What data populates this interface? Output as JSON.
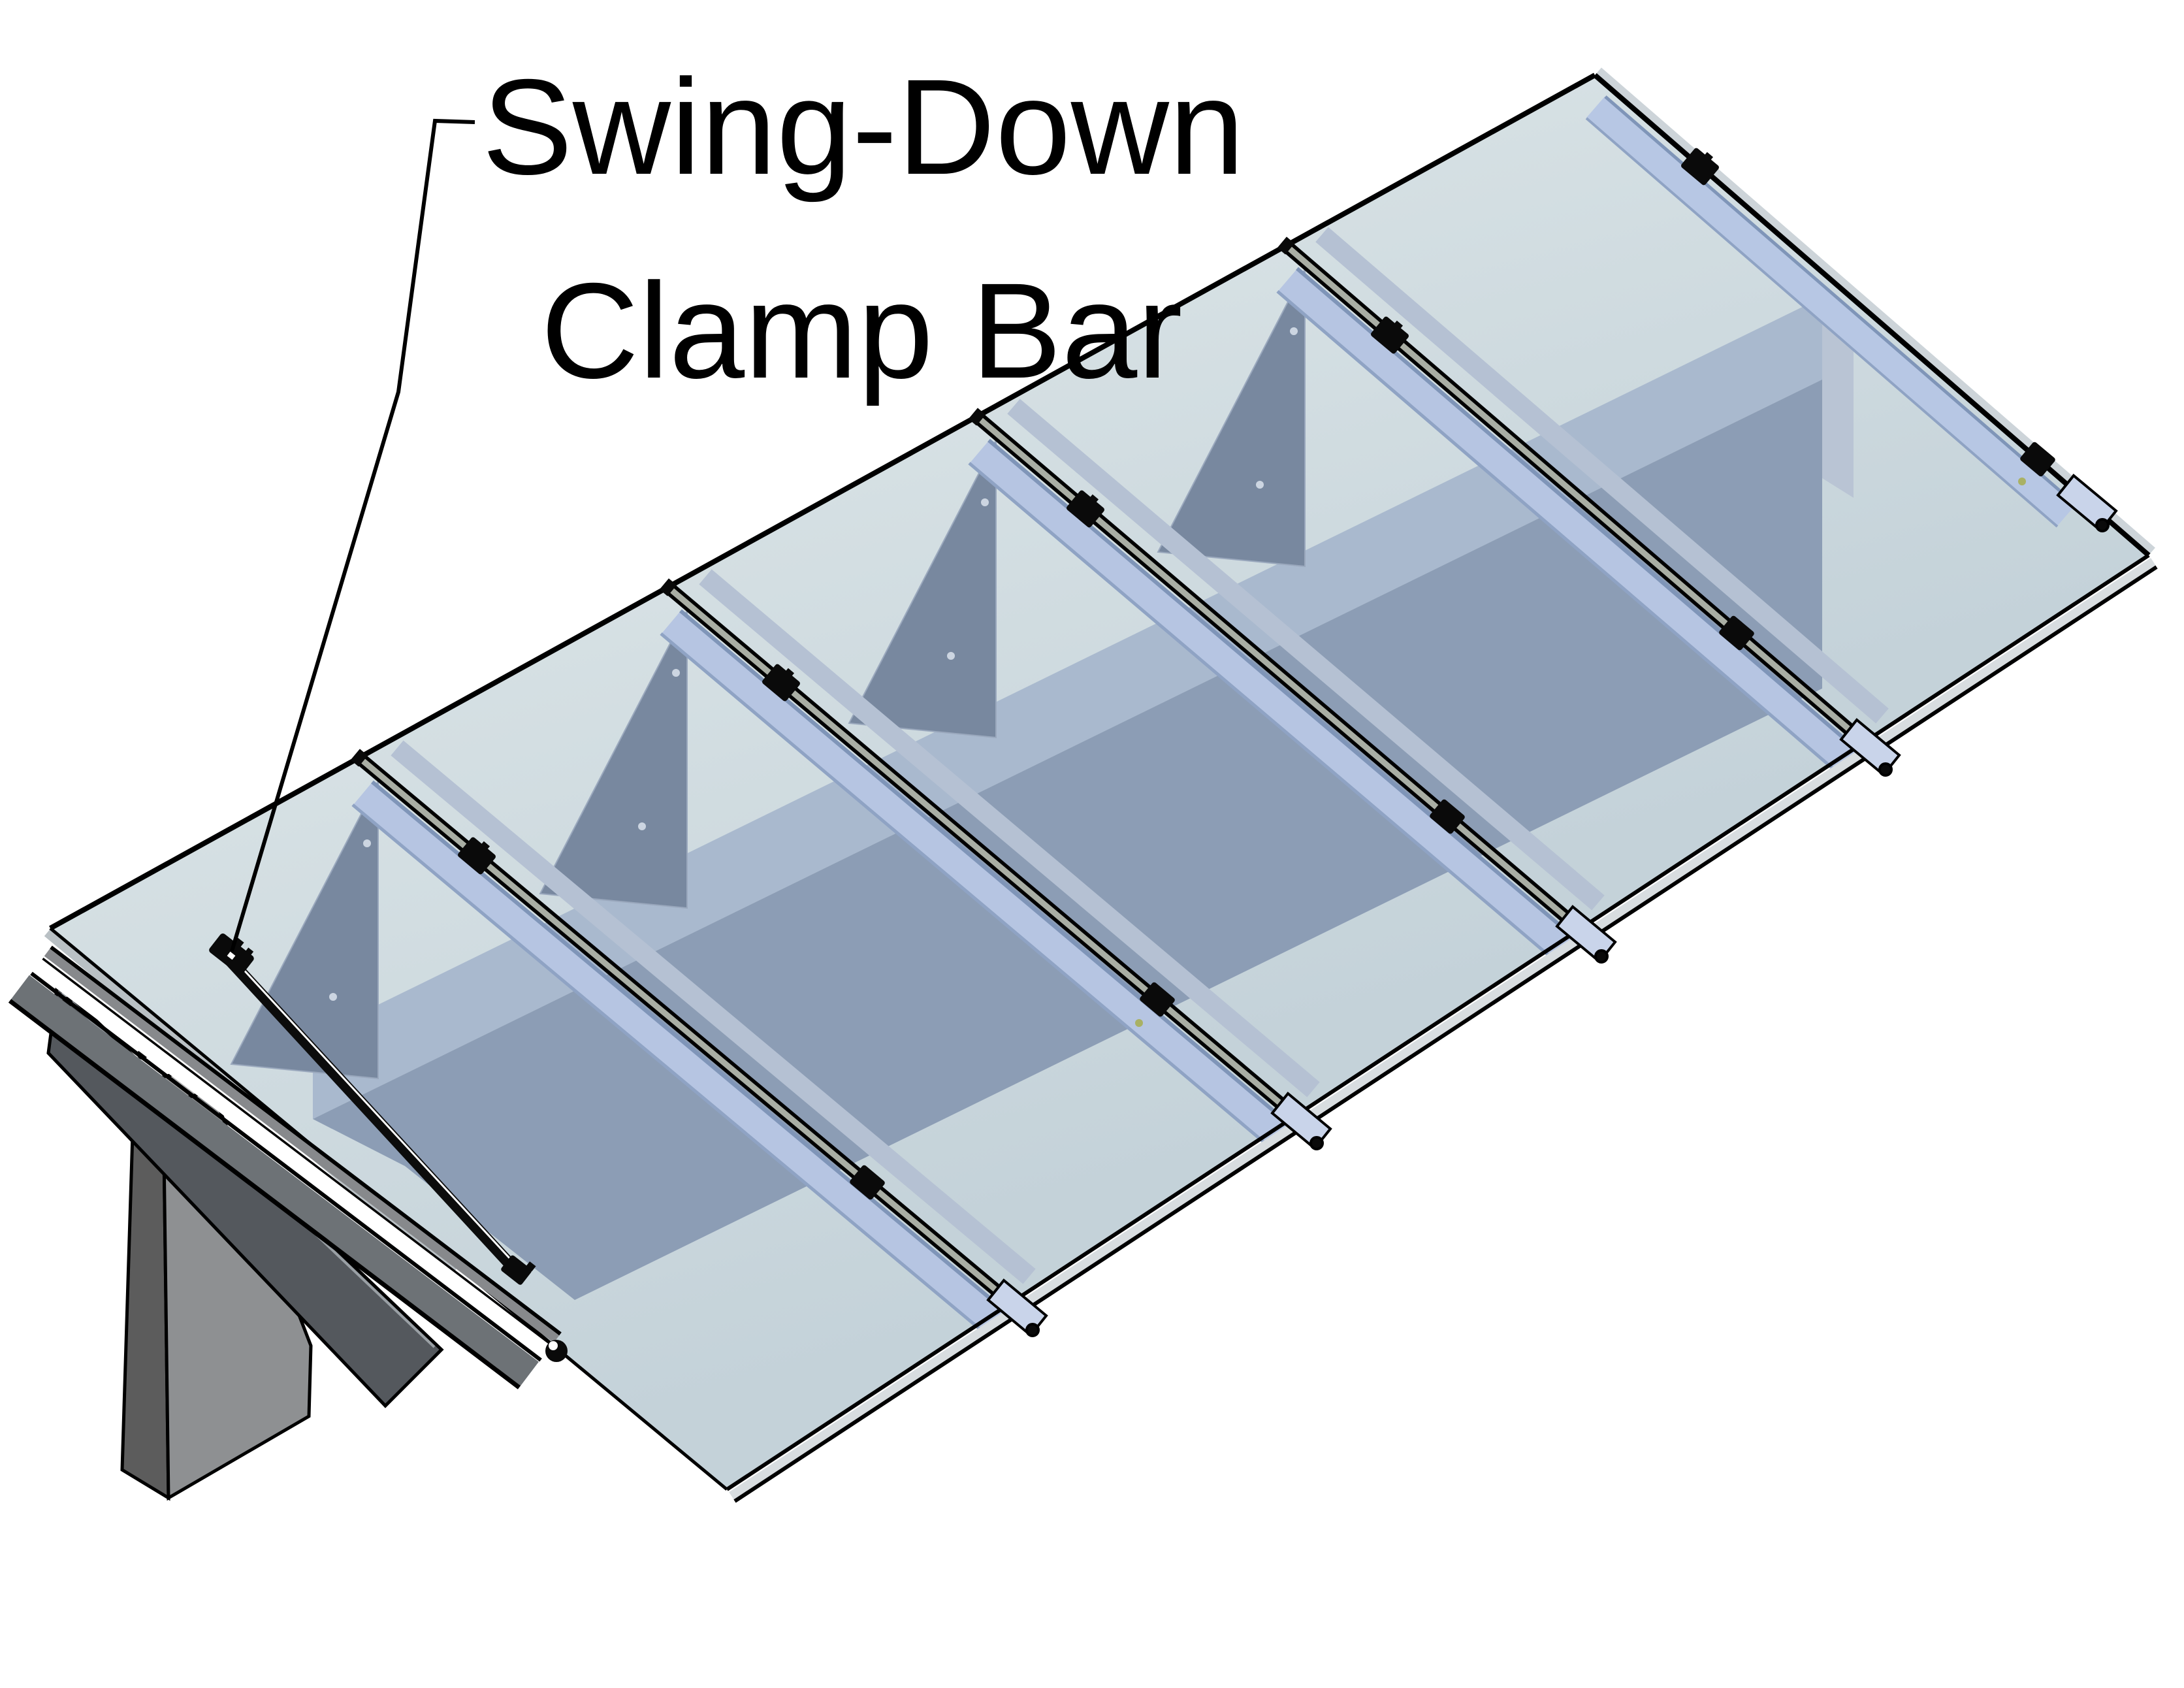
{
  "diagram": {
    "label": {
      "line1": "Swing-Down",
      "line2": "Clamp Bar"
    },
    "subject": "swing-down clamp bar on glass panel mounting system",
    "panel_count": 5,
    "junction_count": 4,
    "clamp_fitting_count": 12,
    "colors": {
      "glass": "#ccd9dd",
      "glass_light": "#d6e1e4",
      "beam_top": "#a8b8cd",
      "beam_front": "#8c9db5",
      "rail": "#b6c5e2",
      "gusset": "#78889f",
      "hardware": "#0a0a0a",
      "pedestal": "#8e9092",
      "side_plate": "#54585d",
      "rail_highlight": "#ffffff",
      "line": "#000000"
    }
  }
}
